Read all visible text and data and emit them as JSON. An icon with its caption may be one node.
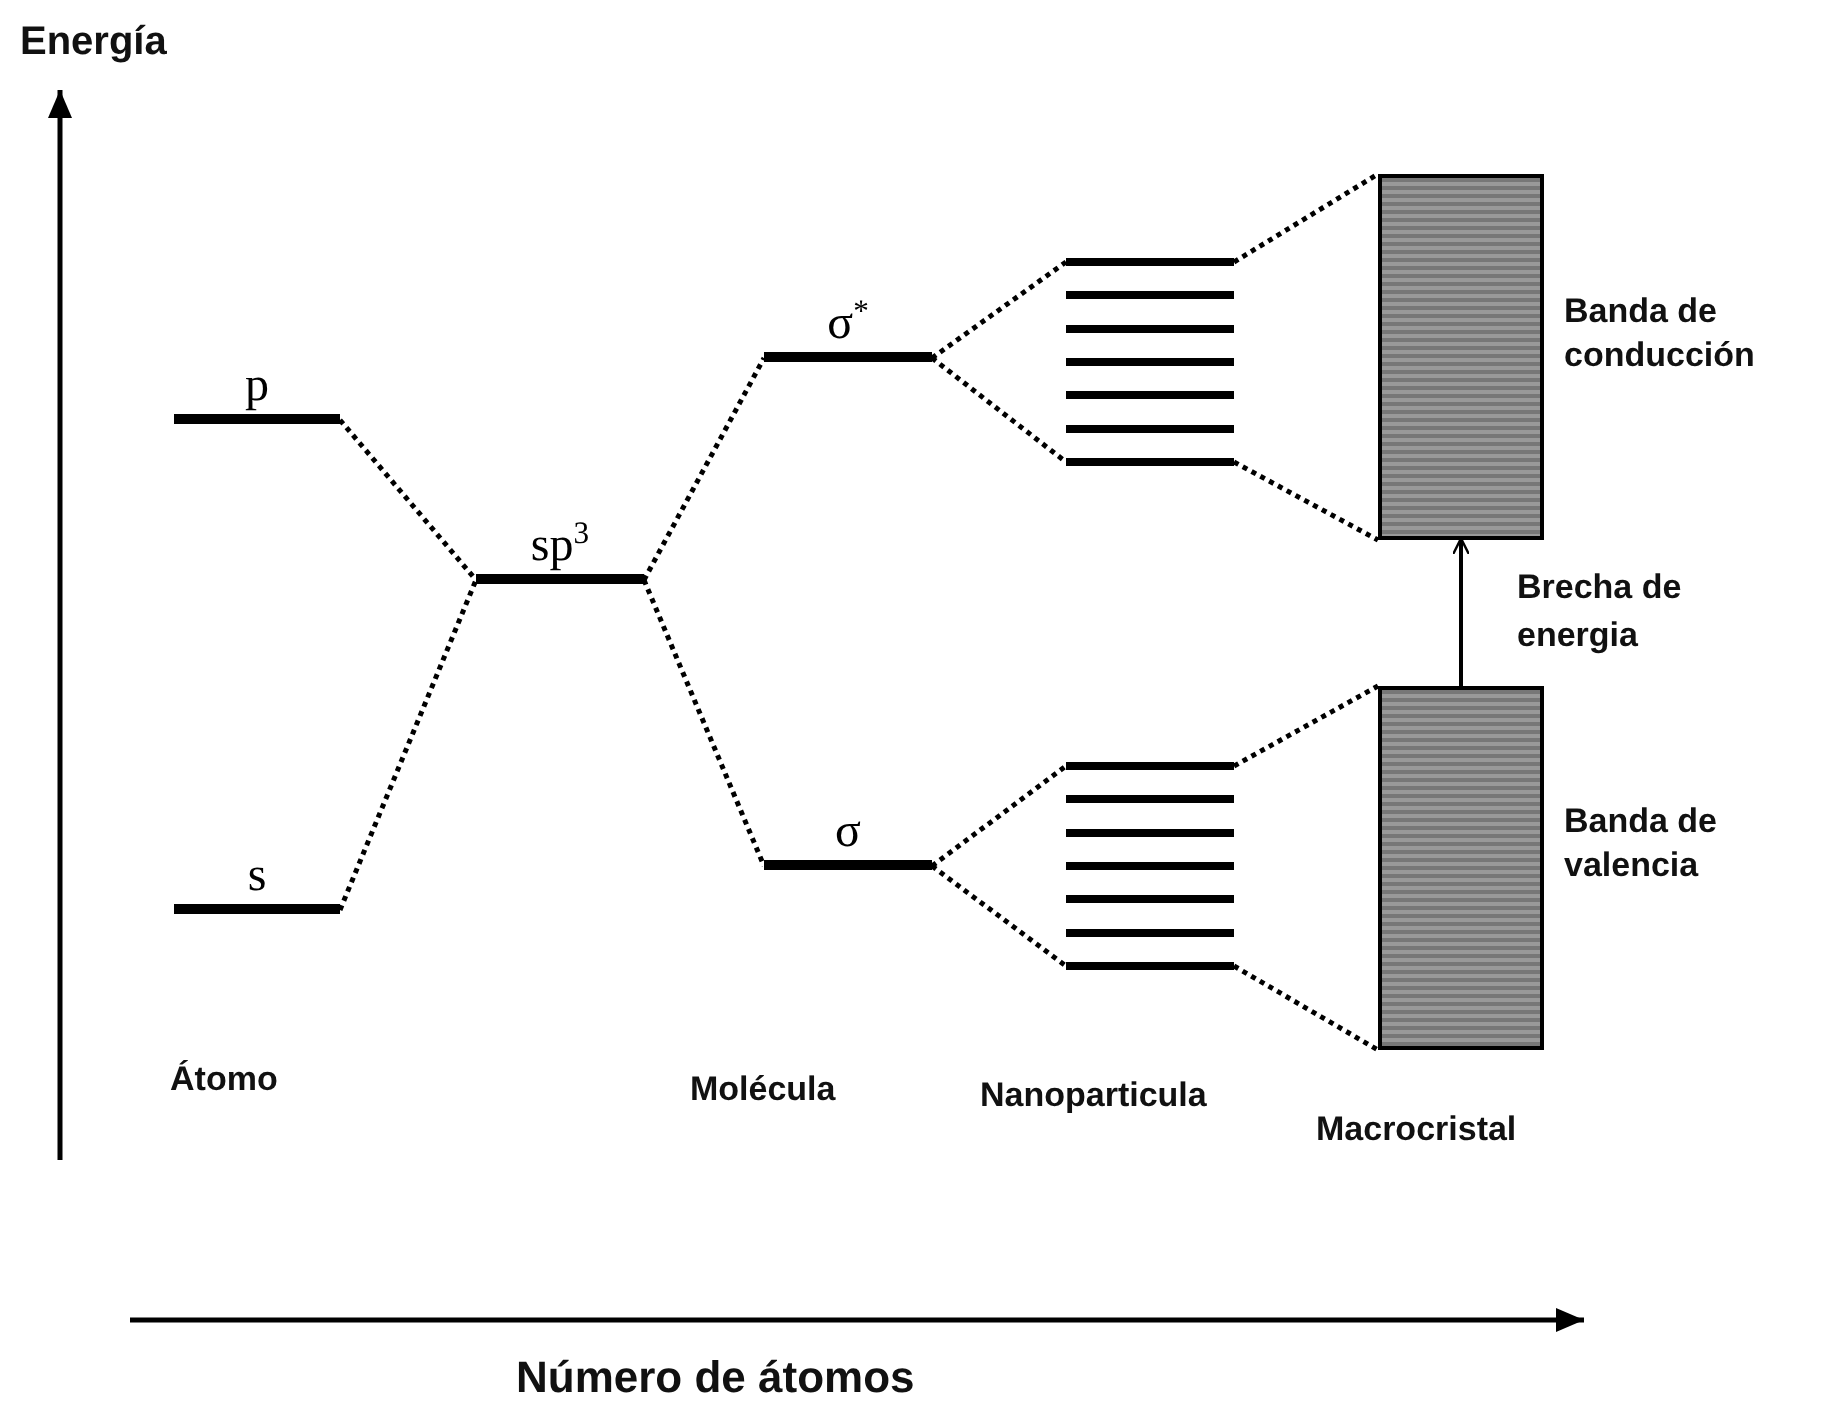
{
  "diagram": {
    "nodes": [
      {
        "text": [
          "p"
        ]
      },
      {
        "text": [
          "s"
        ]
      },
      {
        "text": [
          "sp$^{3}$"
        ]
      },
      {
        "text": [
          "σ$^{*}$"
        ]
      },
      {
        "text": [
          "σ"
        ]
      },
      {
        "text": [],
        "shape": "bar"
      },
      {
        "text": [],
        "shape": "bar"
      },
      {
        "text": [],
        "shape": "box",
        "beside": [
          "Banda de conducción"
        ]
      },
      {
        "text": [],
        "shape": "box",
        "beside": [
          "Banda de valencia"
        ]
      }
    ],
    "edges": [
      {
        "from": 0,
        "to": 2,
        "arrow": "none",
        "style": "dashed"
      },
      {
        "from": 1,
        "to": 2,
        "arrow": "none",
        "style": "dashed"
      },
      {
        "from": 2,
        "to": 3,
        "arrow": "none",
        "style": "dashed"
      },
      {
        "from": 2,
        "to": 4,
        "arrow": "none",
        "style": "dashed"
      },
      {
        "from": 3,
        "to": 5,
        "arrow": "none",
        "style": "dashed"
      },
      {
        "from": 3,
        "to": 5,
        "arrow": "none",
        "style": "dashed"
      },
      {
        "from": 4,
        "to": 6,
        "arrow": "none",
        "style": "dashed"
      },
      {
        "from": 4,
        "to": 6,
        "arrow": "none",
        "style": "dashed"
      },
      {
        "from": 5,
        "to": 7,
        "arrow": "none",
        "style": "dashed"
      },
      {
        "from": 5,
        "to": 7,
        "arrow": "none",
        "style": "dashed"
      },
      {
        "from": 6,
        "to": 8,
        "arrow": "none",
        "style": "dashed"
      },
      {
        "from": 6,
        "to": 8,
        "arrow": "none",
        "style": "dashed"
      },
      {
        "from": 8,
        "to": 7,
        "arrow": "to",
        "label": "Brecha de energia"
      }
    ],
    "labels": [
      "Energía",
      "Átomo",
      "Molécula",
      "Nanoparticula",
      "Macrocristal",
      "Número de átomos"
    ]
  }
}
